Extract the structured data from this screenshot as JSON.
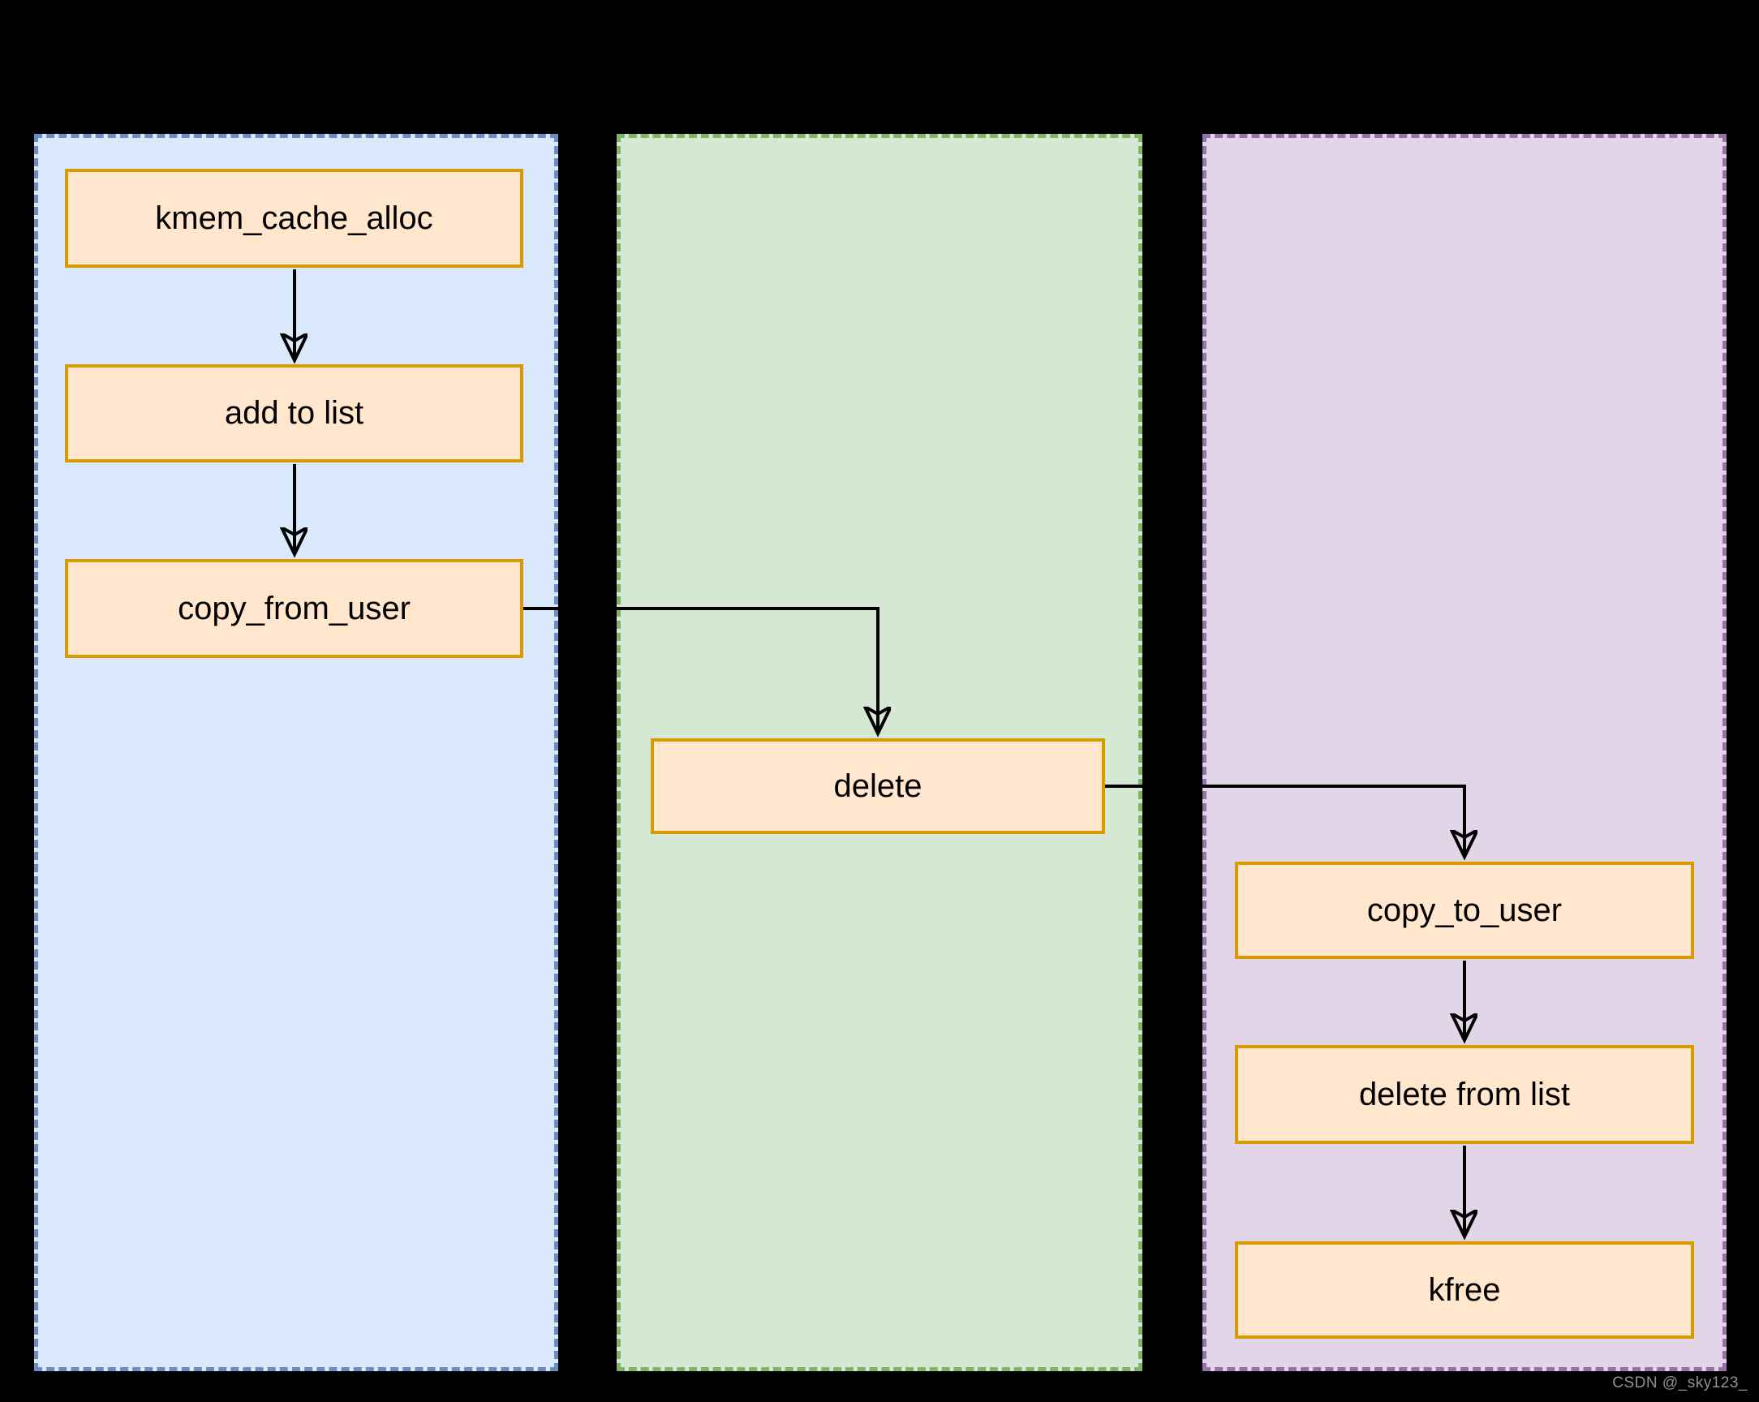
{
  "diagram": {
    "type": "flowchart",
    "background_color": "#000000",
    "node_fill": "#ffe6cc",
    "node_border_color": "#d79b00",
    "arrow_color": "#000000",
    "columns": [
      {
        "id": "column-1",
        "fill": "#dae8fc",
        "border_color": "#6c8ebf",
        "border_style": "dashed"
      },
      {
        "id": "column-2",
        "fill": "#d5e8d4",
        "border_color": "#82b366",
        "border_style": "dashed"
      },
      {
        "id": "column-3",
        "fill": "#e1d5e7",
        "border_color": "#9673a6",
        "border_style": "dashed"
      }
    ],
    "nodes": [
      {
        "id": "kmem_cache_alloc",
        "label": "kmem_cache_alloc",
        "column": 1
      },
      {
        "id": "add_to_list",
        "label": "add to list",
        "column": 1
      },
      {
        "id": "copy_from_user",
        "label": "copy_from_user",
        "column": 1
      },
      {
        "id": "delete",
        "label": "delete",
        "column": 2
      },
      {
        "id": "copy_to_user",
        "label": "copy_to_user",
        "column": 3
      },
      {
        "id": "delete_from_list",
        "label": "delete from list",
        "column": 3
      },
      {
        "id": "kfree",
        "label": "kfree",
        "column": 3
      }
    ],
    "edges": [
      {
        "from": "kmem_cache_alloc",
        "to": "add_to_list"
      },
      {
        "from": "add_to_list",
        "to": "copy_from_user"
      },
      {
        "from": "copy_from_user",
        "to": "delete"
      },
      {
        "from": "delete",
        "to": "copy_to_user"
      },
      {
        "from": "copy_to_user",
        "to": "delete_from_list"
      },
      {
        "from": "delete_from_list",
        "to": "kfree"
      }
    ]
  },
  "watermark": {
    "text": "CSDN @_sky123_",
    "color": "#919191"
  }
}
